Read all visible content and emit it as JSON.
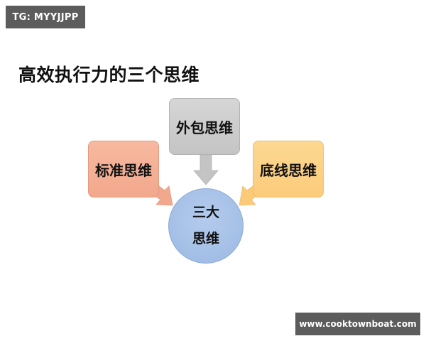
{
  "watermarks": {
    "top_left": "TG: MYYJJPP",
    "bottom_right": "www.cooktownboat.com"
  },
  "title": "高效执行力的三个思维",
  "diagram": {
    "top_box": {
      "label": "外包思维",
      "color": "#c8c8c8"
    },
    "left_box": {
      "label": "标准思维",
      "color": "#f4ad92"
    },
    "right_box": {
      "label": "底线思维",
      "color": "#fcd083"
    },
    "center": {
      "line1": "三大",
      "line2": "思维",
      "color": "#a4bfe6"
    },
    "arrows": [
      {
        "from": "top_box",
        "to": "center",
        "color": "#c8c8c8",
        "icon": "arrow-down-icon"
      },
      {
        "from": "left_box",
        "to": "center",
        "color": "#f4ad92",
        "icon": "arrow-down-right-icon"
      },
      {
        "from": "right_box",
        "to": "center",
        "color": "#fcd083",
        "icon": "arrow-down-left-icon"
      }
    ]
  }
}
